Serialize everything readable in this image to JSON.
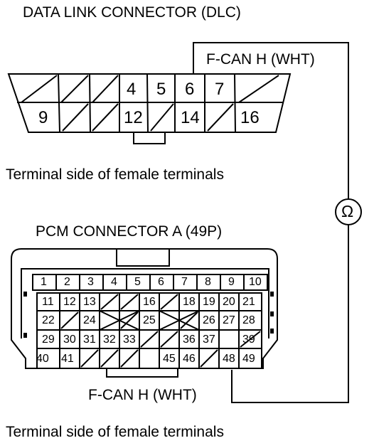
{
  "dlc": {
    "title": "DATA LINK CONNECTOR (DLC)",
    "caption": "Terminal side of female terminals",
    "wire_label": "F-CAN H (WHT)",
    "top_pins": [
      "4",
      "5",
      "6",
      "7"
    ],
    "bottom_pins": [
      "9",
      "12",
      "14",
      "16"
    ]
  },
  "ohmmeter": {
    "symbol": "Ω"
  },
  "pcm": {
    "title": "PCM CONNECTOR A (49P)",
    "caption": "Terminal side of female terminals",
    "wire_label": "F-CAN H (WHT)",
    "rows": [
      [
        "1",
        "2",
        "3",
        "4",
        "5",
        "6",
        "7",
        "8",
        "9",
        "10"
      ],
      [
        "11",
        "12",
        "13",
        "16",
        "18",
        "19",
        "20",
        "21"
      ],
      [
        "22",
        "24",
        "25",
        "26",
        "27",
        "28"
      ],
      [
        "29",
        "30",
        "31",
        "32",
        "33",
        "36",
        "37",
        "39"
      ],
      [
        "40",
        "41",
        "45",
        "46",
        "48",
        "49"
      ]
    ]
  },
  "colors": {
    "line": "#000000",
    "background": "#ffffff"
  }
}
